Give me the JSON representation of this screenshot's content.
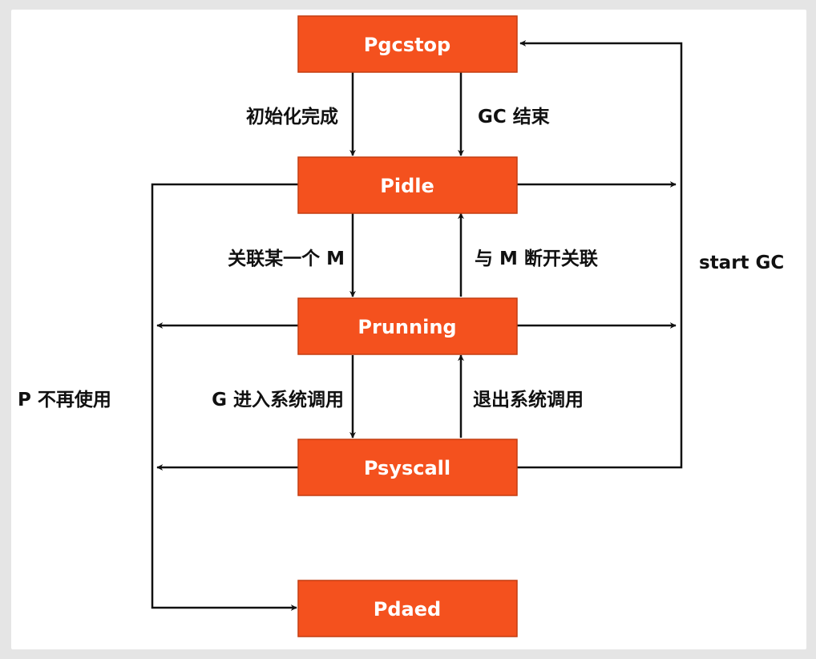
{
  "diagram": {
    "states": {
      "pgcstop": "Pgcstop",
      "pidle": "Pidle",
      "prunning": "Prunning",
      "psyscall": "Psyscall",
      "pdaed": "Pdaed"
    },
    "transitions": {
      "init_done": "初始化完成",
      "gc_end": "GC 结束",
      "bind_m": "关联某一个 M",
      "unbind_m": "与 M 断开关联",
      "enter_syscall": "G 进入系统调用",
      "exit_syscall": "退出系统调用",
      "p_unused": "P 不再使用",
      "start_gc": "start GC"
    }
  },
  "colors": {
    "state_fill": "#f4511e",
    "state_text": "#ffffff",
    "edge": "#111111",
    "background": "#e5e5e5",
    "panel": "#ffffff"
  }
}
